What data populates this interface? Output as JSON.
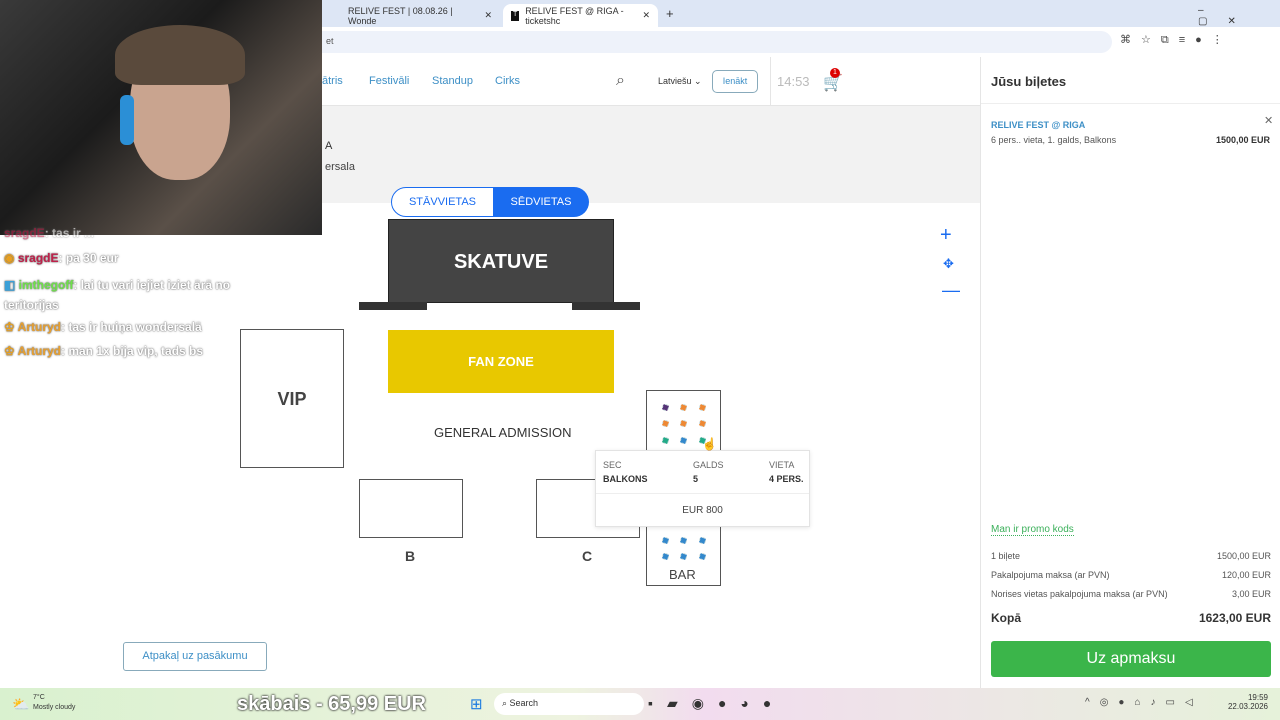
{
  "browser": {
    "tabs": [
      {
        "label": "RELIVE FEST | 08.08.26 | Wonde"
      },
      {
        "label": "RELIVE FEST @ RIGA - ticketshc"
      }
    ],
    "url_fragment": "et"
  },
  "site": {
    "nav": [
      "ātris",
      "Festivāli",
      "Standup",
      "Cirks"
    ],
    "language": "Latviešu",
    "login": "Ienākt",
    "timer": "14:53",
    "cart_count": "1",
    "venue_fragment": "ersala",
    "venue_fragment2": "A"
  },
  "map": {
    "toggle": [
      "STĀVVIETAS",
      "SĒDVIETAS"
    ],
    "stage": "SKATUVE",
    "fan_zone": "FAN ZONE",
    "general": "GENERAL ADMISSION",
    "vip": "VIP",
    "b": "B",
    "c": "C",
    "bar": "BAR",
    "back": "Atpakaļ uz pasākumu",
    "tooltip": {
      "sec_label": "SEC",
      "sec": "BALKONS",
      "galds_label": "GALDS",
      "galds": "5",
      "vieta_label": "VIETA",
      "vieta": "4 PERS.",
      "price": "EUR 800"
    }
  },
  "cart": {
    "title": "Jūsu biļetes",
    "event": "RELIVE FEST @ RIGA",
    "desc": "6 pers.. vieta, 1. galds, Balkons",
    "price": "1500,00 EUR",
    "promo": "Man ir promo kods",
    "lines": [
      {
        "label": "1 biļete",
        "value": "1500,00 EUR"
      },
      {
        "label": "Pakalpojuma maksa (ar PVN)",
        "value": "120,00 EUR"
      },
      {
        "label": "Norises vietas pakalpojuma maksa (ar PVN)",
        "value": "3,00 EUR"
      }
    ],
    "total_label": "Kopā",
    "total": "1623,00 EUR",
    "checkout": "Uz apmaksu"
  },
  "chat": [
    {
      "user": "sragdE",
      "msg": ": tas ir ... "
    },
    {
      "user": "sragdE",
      "msg": ": pa 30 eur"
    },
    {
      "user": "imthegoff",
      "msg": ": lai tu vari iejiet iziet ārā no teritorijas"
    },
    {
      "user": "Arturyd",
      "msg": ": tas ir huiņa wondersalā"
    },
    {
      "user": "Arturyd",
      "msg": ": man 1x bija vip, tads bs"
    }
  ],
  "overlay_text": "skābais - 65,99 EUR",
  "taskbar": {
    "temp": "7°C",
    "weather": "Mostly cloudy",
    "search": "Search",
    "time": "19:59",
    "date": "22.03.2026"
  }
}
